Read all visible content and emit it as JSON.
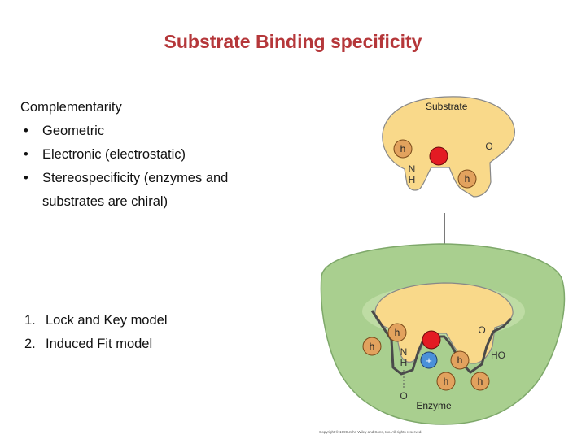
{
  "slide": {
    "title": "Substrate Binding specificity"
  },
  "content": {
    "heading": "Complementarity",
    "bullets": [
      "Geometric",
      "Electronic (electrostatic)",
      "Stereospecificity (enzymes and substrates are chiral)"
    ],
    "models": [
      {
        "num": "1.",
        "text": "Lock and Key model"
      },
      {
        "num": "2.",
        "text": "Induced Fit model"
      }
    ]
  },
  "diagram": {
    "substrate_label": "Substrate",
    "enzyme_label": "Enzyme",
    "h_label": "h",
    "o_label": "O",
    "n_label": "N",
    "hydrogen_label": "H",
    "ho_label": "HO",
    "plus_label": "+",
    "copyright": "Copyright © 1999 John Wiley and Sons, Inc. All rights reserved.",
    "colors": {
      "substrate_fill": "#f9d98a",
      "enzyme_fill": "#a9cf8f",
      "enzyme_stroke": "#7ea86a",
      "h_fill": "#e2a25e",
      "negative_fill": "#e31b23",
      "positive_fill": "#4a90d9"
    }
  }
}
